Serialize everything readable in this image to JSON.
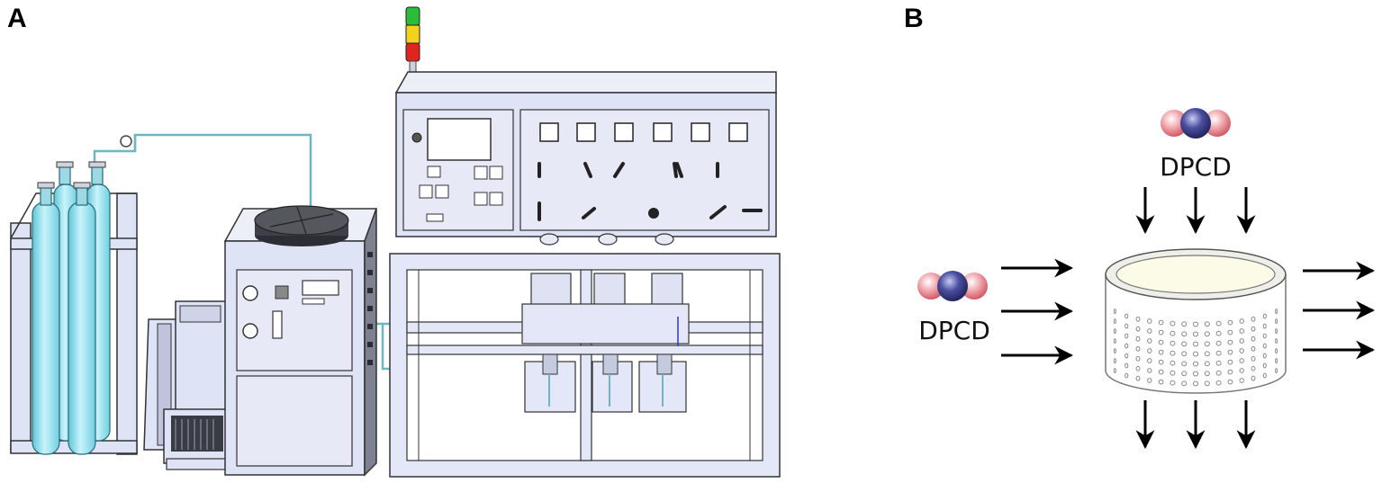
{
  "panels": {
    "a": {
      "letter": "A"
    },
    "b": {
      "letter": "B"
    }
  },
  "molecules": {
    "top_label": "DPCD",
    "left_label": "DPCD"
  },
  "colors": {
    "cylinder": "#8fdcea",
    "machine_body": "#dfe3f6",
    "machine_dark": "#5a5c66",
    "beacon_green": "#2bbd3a",
    "beacon_yellow": "#f3d21b",
    "beacon_red": "#e0261c",
    "atom_red": "#e8868f",
    "atom_blue": "#3a3d8c",
    "disc_fill": "#fbfbe8"
  },
  "icons": [
    "gas-cylinder-icon",
    "signal-beacon-icon",
    "pressure-gauge-icon",
    "electric-motor-icon",
    "molecule-icon",
    "arrow-icon"
  ]
}
